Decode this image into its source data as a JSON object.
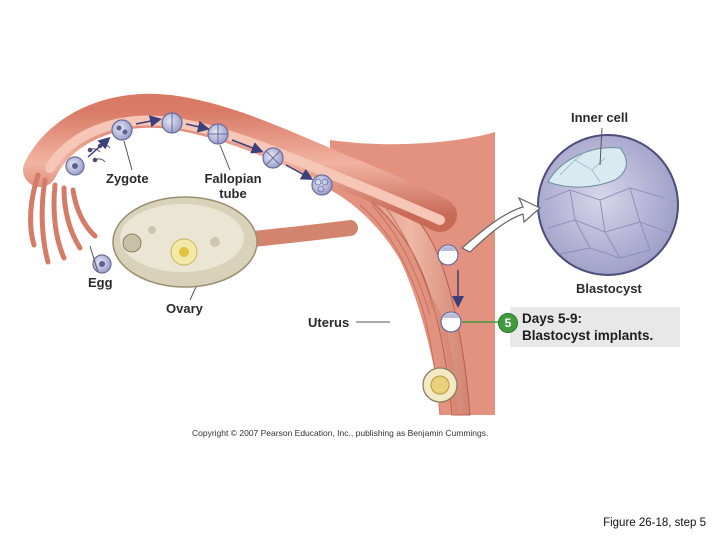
{
  "labels": {
    "zygote": "Zygote",
    "fallopian_line1": "Fallopian",
    "fallopian_line2": "tube",
    "egg": "Egg",
    "ovary": "Ovary",
    "uterus": "Uterus",
    "inner_cell": "Inner  cell",
    "blastocyst": "Blastocyst"
  },
  "callout": {
    "step_number": "5",
    "line1": "Days 5-9:",
    "line2": "Blastocyst implants."
  },
  "copyright": "Copyright © 2007 Pearson Education, Inc., publishing as Benjamin Cummings.",
  "caption": "Figure 26-18, step 5",
  "colors": {
    "tissue": "#e8a08e",
    "tissue_dark": "#c9705e",
    "ovary": "#d9d2bb",
    "cell": "#b9bcd9",
    "cell_outline": "#6a6c9a",
    "inner_cell_mass": "#d9eaf0",
    "callout_bg": "#e8e8e8",
    "step_badge": "#3f9b3d",
    "arrow": "#3b3f7a"
  }
}
